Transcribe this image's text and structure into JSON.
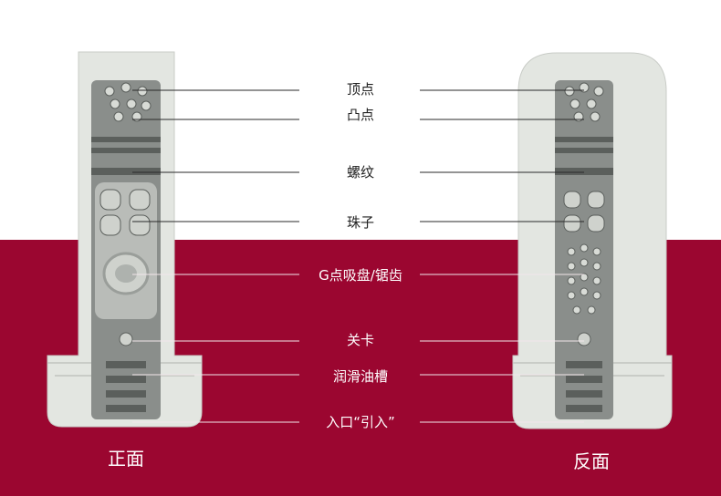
{
  "colors": {
    "background_top": "#ffffff",
    "background_bottom": "#9b0630",
    "shell": "#e3e6e1",
    "shell_edge": "#c9ccc7",
    "inner_dark": "#5b5f5c",
    "inner_mid": "#8a8e8b",
    "leader": "#2a2a2a",
    "label_top": "#222222",
    "label_bottom": "#ffffff"
  },
  "labels": [
    {
      "id": "tip-nubs",
      "text": "顶点"
    },
    {
      "id": "bumps",
      "text": "凸点"
    },
    {
      "id": "threads",
      "text": "螺纹"
    },
    {
      "id": "beads",
      "text": "珠子"
    },
    {
      "id": "g-spot",
      "text": "G点吸盘/锯齿"
    },
    {
      "id": "checkpoint",
      "text": "关卡"
    },
    {
      "id": "lube-grooves",
      "text": "润滑油槽"
    },
    {
      "id": "entrance",
      "text": "入口“引入”"
    }
  ],
  "captions": {
    "front": "正面",
    "back": "反面"
  }
}
